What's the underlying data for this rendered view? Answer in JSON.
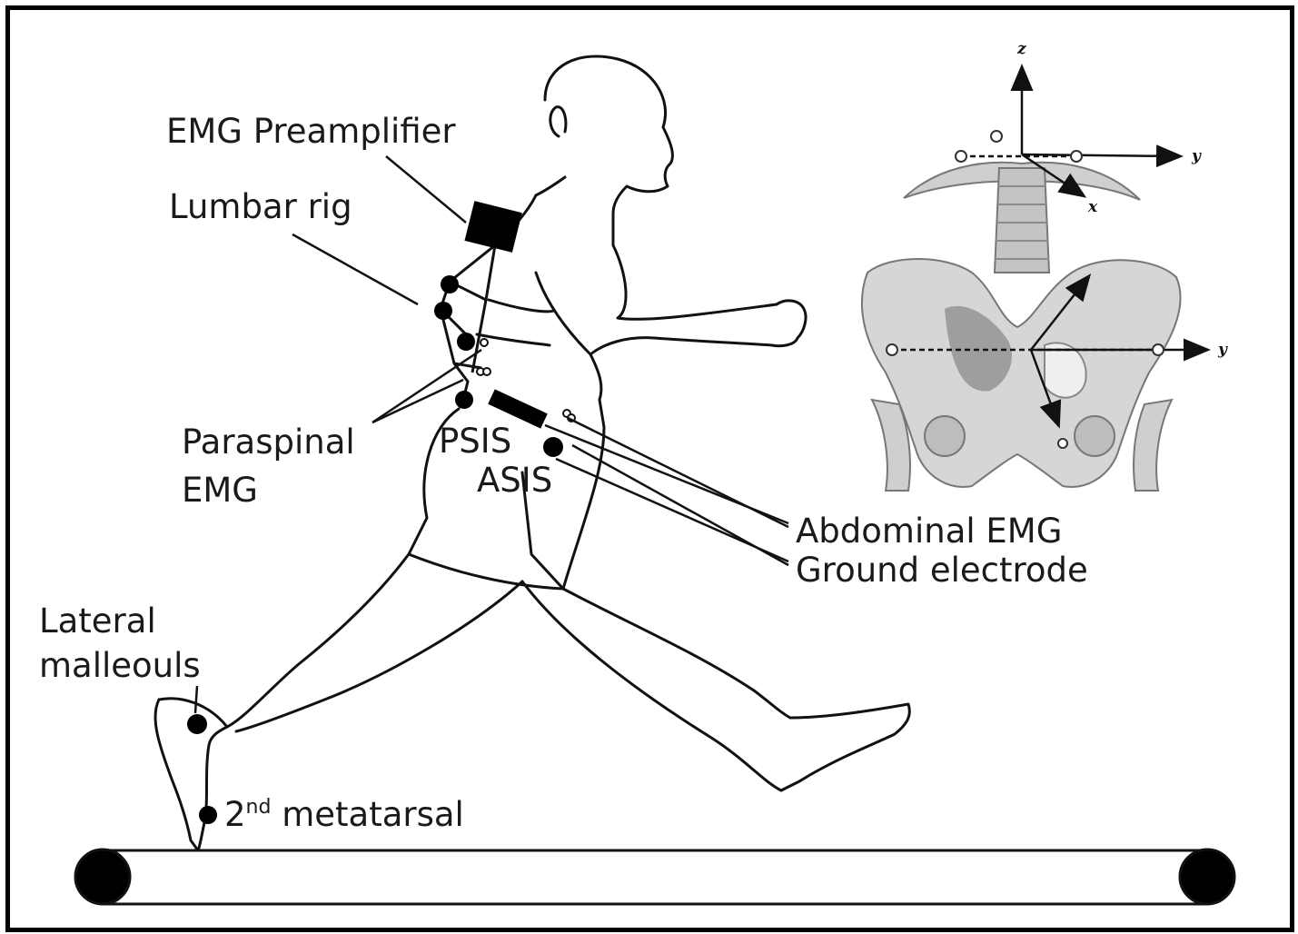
{
  "labels": {
    "emg_preamp": "EMG Preamplifier",
    "lumbar_rig": "Lumbar rig",
    "paraspinal_line1": "Paraspinal",
    "paraspinal_line2": "EMG",
    "psis": "PSIS",
    "asis": "ASIS",
    "abdominal_emg": "Abdominal EMG",
    "ground_electrode": "Ground electrode",
    "lateral_line1": "Lateral",
    "lateral_line2": "malleouls",
    "metatarsal_num": "2",
    "metatarsal_sup": "nd",
    "metatarsal_word": " metatarsal"
  },
  "axes": {
    "z": "z",
    "y_upper": "y",
    "x": "x",
    "y_lower": "y"
  },
  "colors": {
    "ink": "#111111",
    "bone_fill": "#d9d9d9",
    "bone_shadow": "#9a9a9a"
  }
}
